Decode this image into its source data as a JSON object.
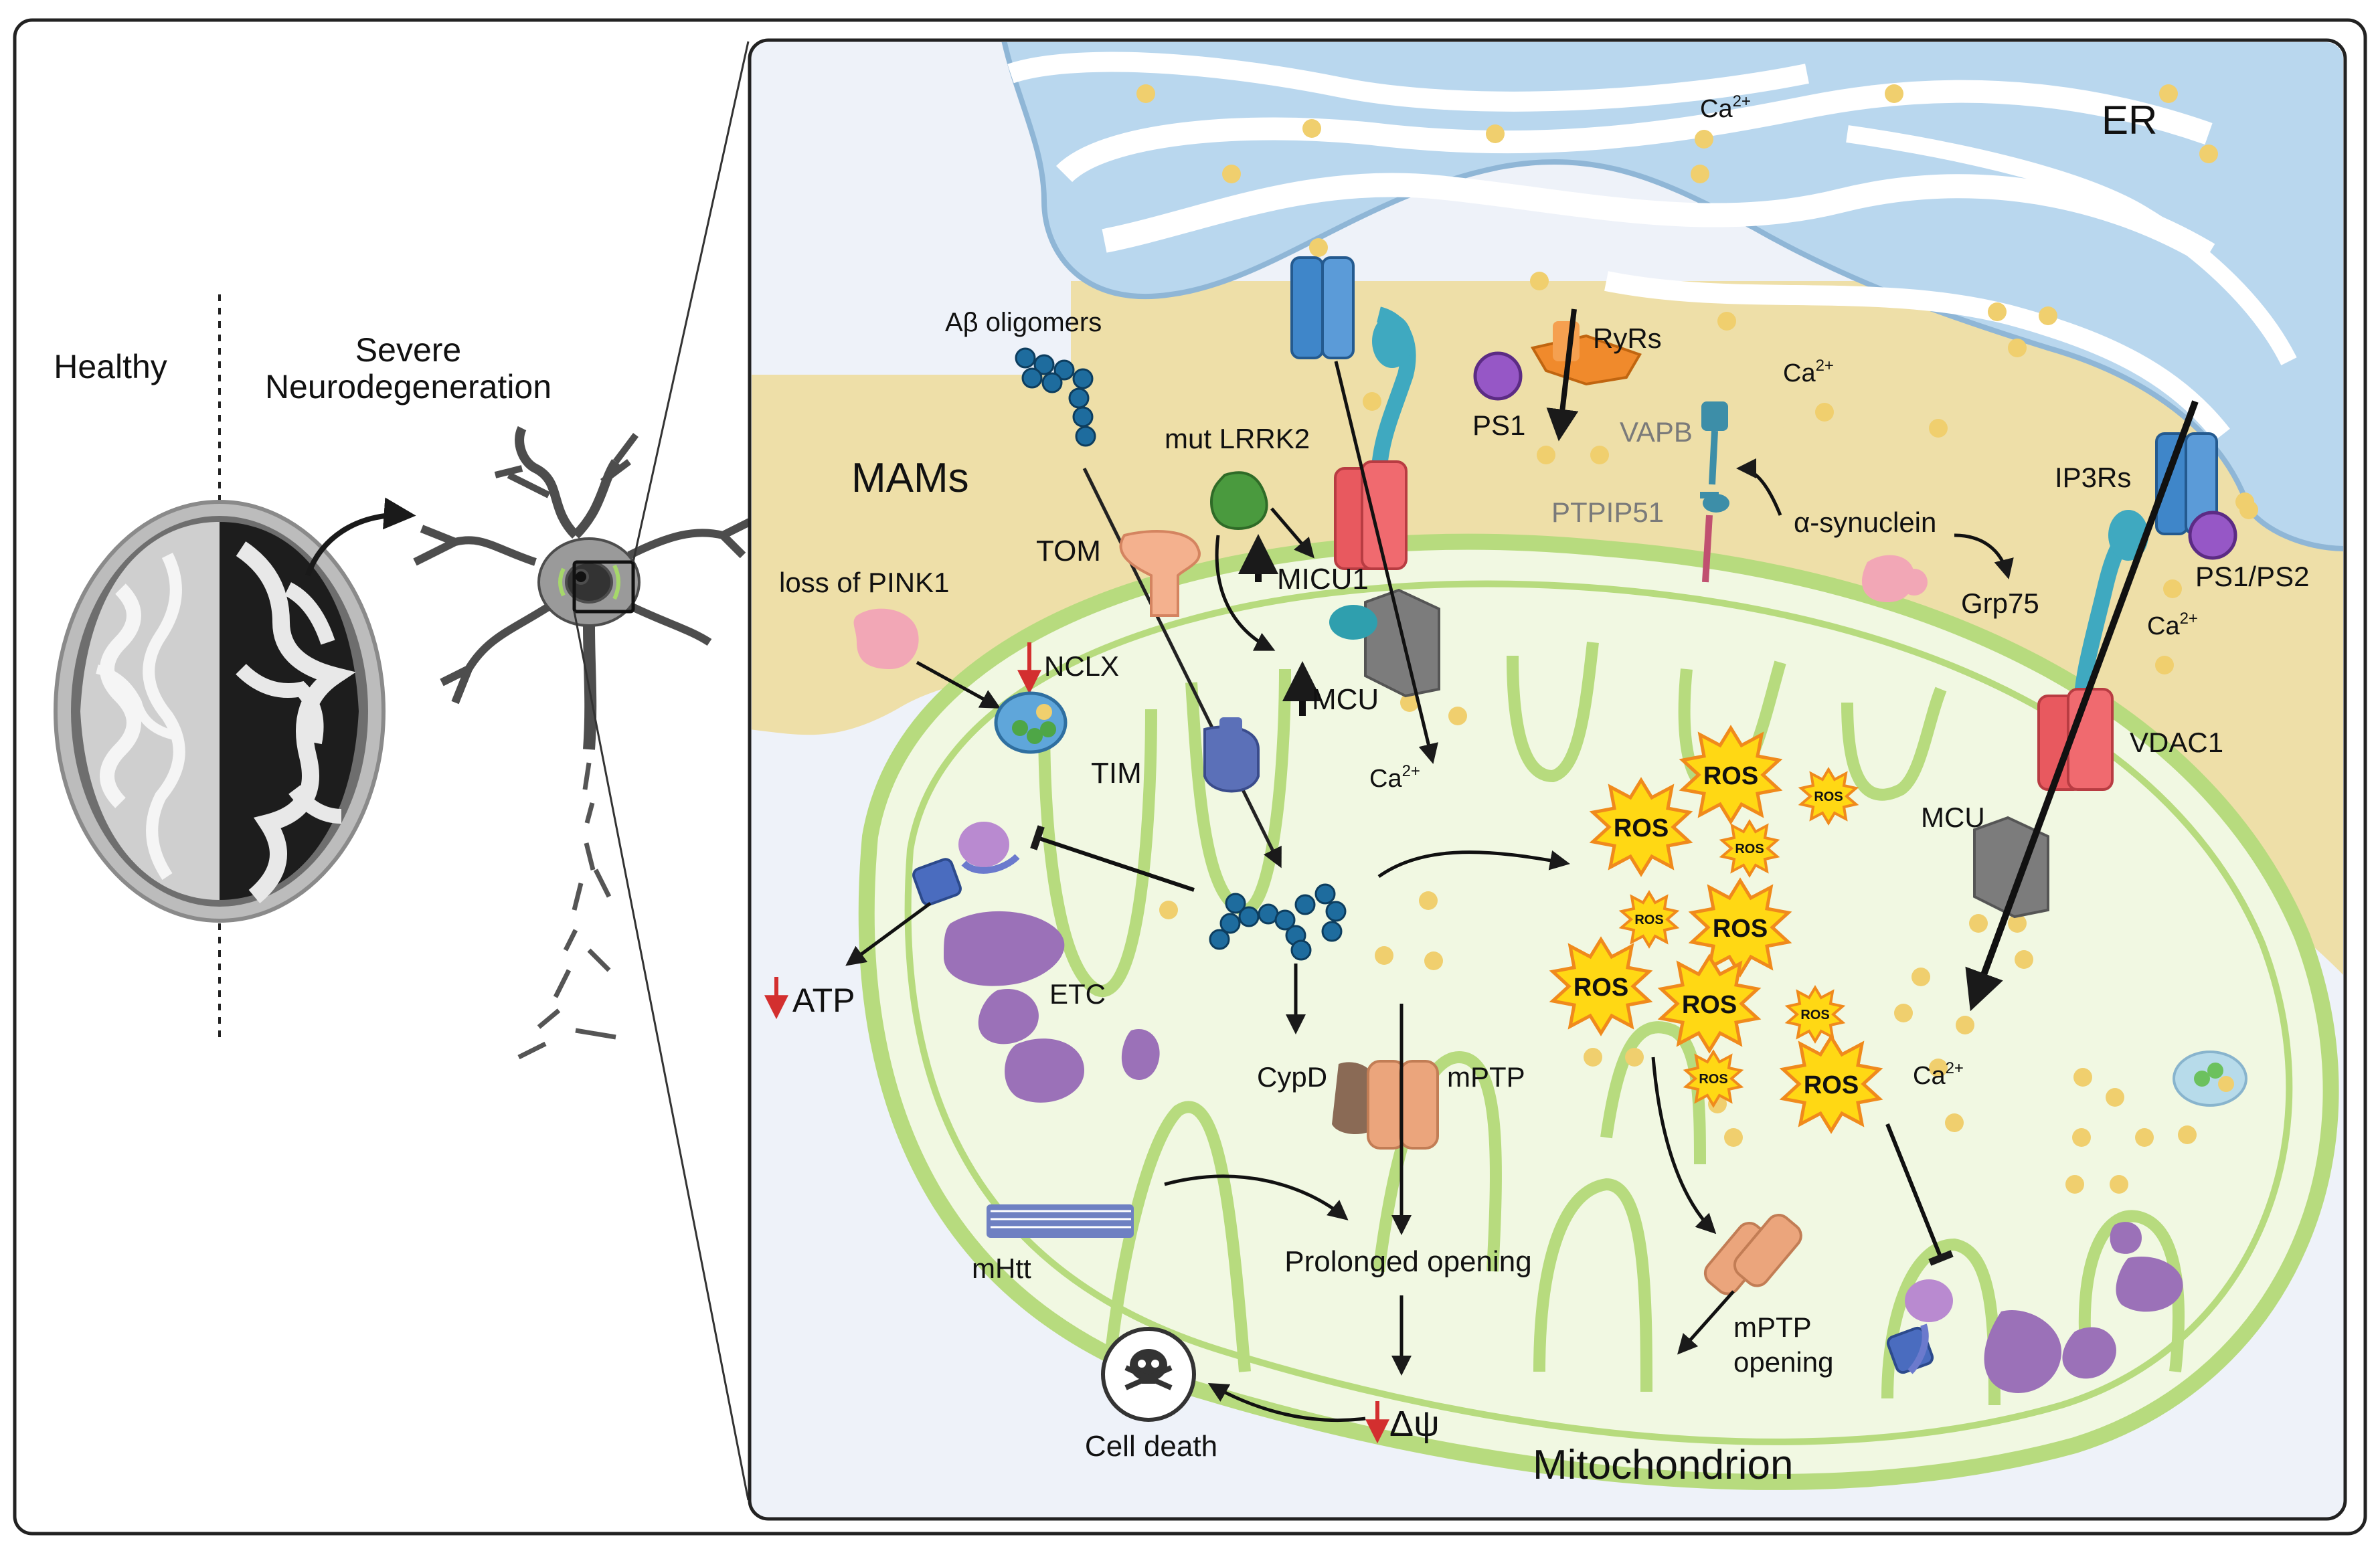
{
  "labels": {
    "healthy": "Healthy",
    "severe_line1": "Severe",
    "severe_line2": "Neurodegeneration",
    "ab_oligomers": "Aβ oligomers",
    "mams": "MAMs",
    "er": "ER",
    "ca": "Ca",
    "ca_sup": "2+",
    "ryrs": "RyRs",
    "ps1": "PS1",
    "vapb": "VAPB",
    "ptpip51": "PTPIP51",
    "mut_lrrk2": "mut LRRK2",
    "micu1": "MICU1",
    "mcu": "MCU",
    "tom": "TOM",
    "loss_of_pink1": "loss of PINK1",
    "nclx": "NCLX",
    "tim": "TIM",
    "alpha_synuclein": "α-synuclein",
    "grp75": "Grp75",
    "ip3rs": "IP3Rs",
    "ps1_ps2": "PS1/PS2",
    "vdac1": "VDAC1",
    "ros": "ROS",
    "atp": "ATP",
    "etc": "ETC",
    "cypd": "CypD",
    "mptp": "mPTP",
    "mhtt": "mHtt",
    "prolonged_opening": "Prolonged opening",
    "mptp_opening_line1": "mPTP",
    "mptp_opening_line2": "opening",
    "cell_death": "Cell death",
    "delta_psi": "Δψ",
    "mitochondrion": "Mitochondrion"
  },
  "colors": {
    "er_blue": "#b9d7ee",
    "mams_tan": "#eedfa8",
    "mito_green": "#b7db7e",
    "mito_matrix": "#f1f8e2",
    "calcium_dot": "#f0cf6e",
    "ros_yellow": "#ffd814",
    "ros_orange": "#f08a1c",
    "decrease_arrow": "#d32f2f",
    "etc_purple": "#9b71b8",
    "vdac_red": "#e8595f",
    "ip3r_blue": "#3f86c9",
    "mcu_gray": "#7c7c7c",
    "abeta_blue": "#1e5f8e"
  },
  "icons": [
    "brain-icon",
    "neuron-icon",
    "skull-icon",
    "abeta-oligomer-icon",
    "ros-burst-icon"
  ]
}
